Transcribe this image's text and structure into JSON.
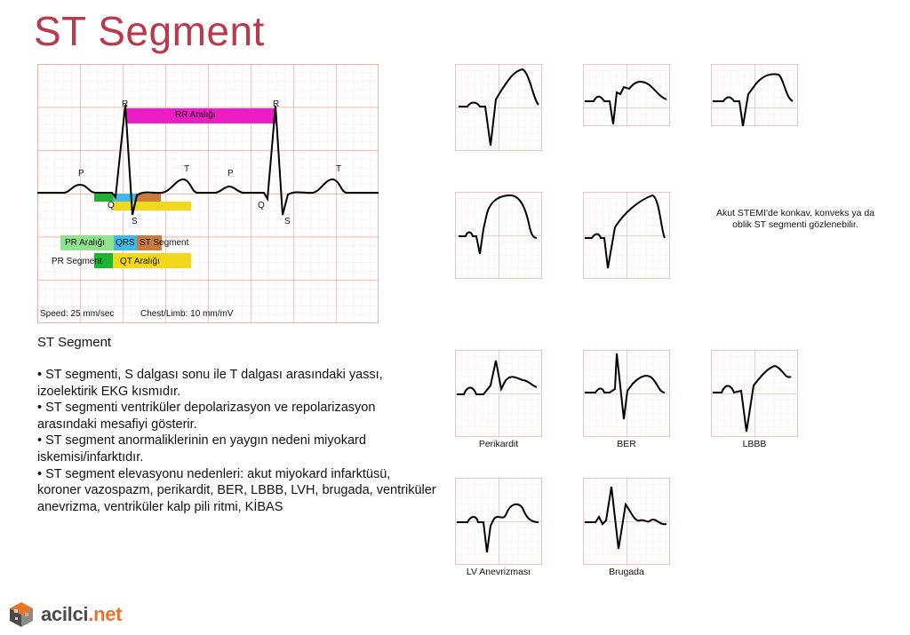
{
  "title": "ST Segment",
  "main_ecg": {
    "labels": {
      "R1": "R",
      "R2": "R",
      "P1": "P",
      "P2": "P",
      "T1": "T",
      "T2": "T",
      "Q1": "Q",
      "Q2": "Q",
      "S1": "S",
      "S2": "S"
    },
    "rr_label": "RR Aralığı",
    "legend": {
      "pr_interval": "PR Aralığı",
      "qrs": "QRS",
      "st_segment": "ST Segment",
      "pr_segment": "PR Segment",
      "qt_interval": "QT Aralığı"
    },
    "speed": "Speed: 25 mm/sec",
    "gain": "Chest/Limb: 10 mm/mV",
    "colors": {
      "rr": "#e91ec3",
      "pr_interval": "#8fe38c",
      "qrs": "#3fb9e6",
      "st_segment": "#c97b3c",
      "pr_segment": "#1fb332",
      "qt_interval": "#f2d81c",
      "grid": "#f0b3a6"
    }
  },
  "description": {
    "heading": "ST Segment",
    "bullets": [
      "• ST segmenti, S dalgası sonu ile T dalgası arasındaki yassı, izoelektirik EKG kısmıdır.",
      "• ST segmenti ventriküler depolarizasyon ve repolarizasyon arasındaki mesafiyi gösterir.",
      "• ST segment anormaliklerinin en yaygın nedeni miyokard iskemisi/infarktıdır.",
      "• ST segment elevasyonu nedenleri: akut miyokard infarktüsü, koroner vazospazm, perikardit, BER, LBBB, LVH, brugada, ventriküler anevrizma, ventriküler kalp pili ritmi, KİBAS"
    ]
  },
  "stemi_note": "Akut STEMI'de konkav, konveks ya da oblik ST segmenti gözlenebilir.",
  "captions": {
    "perikardit": "Perikardit",
    "ber": "BER",
    "lbbb": "LBBB",
    "lv_anevrizmasi": "LV Anevrizması",
    "brugada": "Brugada"
  },
  "logo": {
    "name": "acilci",
    "dot": ".",
    "tld": "net"
  }
}
